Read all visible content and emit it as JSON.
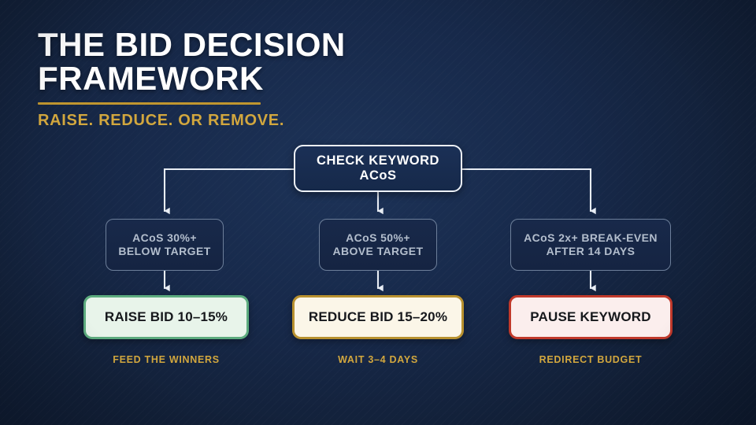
{
  "header": {
    "title_line1": "THE BID DECISION",
    "title_line2": "FRAMEWORK",
    "subtitle": "RAISE. REDUCE. OR REMOVE."
  },
  "flow": {
    "root": {
      "line1": "CHECK KEYWORD",
      "line2": "ACoS"
    },
    "conditions": [
      {
        "line1": "ACoS 30%+",
        "line2": "BELOW TARGET"
      },
      {
        "line1": "ACoS 50%+",
        "line2": "ABOVE TARGET"
      },
      {
        "line1": "ACoS 2x+ BREAK-EVEN",
        "line2": "AFTER 14 DAYS"
      }
    ],
    "actions": [
      {
        "label": "RAISE BID 10–15%",
        "caption": "FEED THE WINNERS"
      },
      {
        "label": "REDUCE BID 15–20%",
        "caption": "WAIT 3–4 DAYS"
      },
      {
        "label": "PAUSE KEYWORD",
        "caption": "REDIRECT BUDGET"
      }
    ]
  },
  "colors": {
    "background": "#16294a",
    "background_edge": "#0c1628",
    "gold": "#d2a73e",
    "gold_rule": "#c0962f",
    "white": "#ffffff",
    "connector": "#e8edf4",
    "condition_border": "#6d7f9a",
    "condition_text": "#b3becd",
    "raise_border": "#5cab7e",
    "raise_fill": "#e8f4ea",
    "reduce_border": "#b8912f",
    "reduce_fill": "#fbf6e8",
    "pause_border": "#c0392b",
    "pause_fill": "#fbeeed"
  }
}
